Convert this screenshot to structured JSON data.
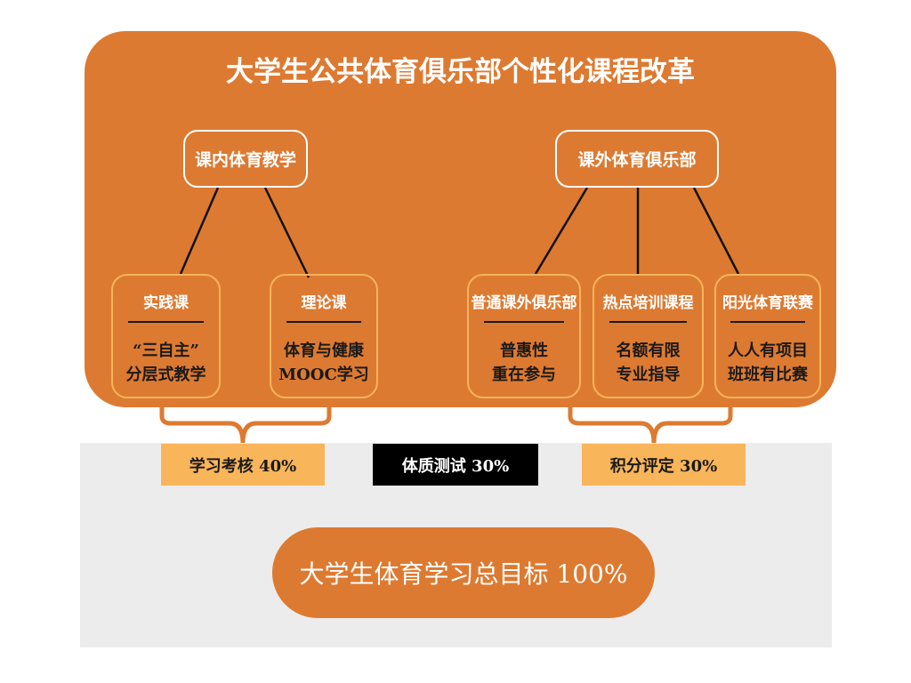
{
  "title": "大学生公共体育俱乐部个性化课程改革",
  "parents": [
    "课内体育教学",
    "课外体育俱乐部"
  ],
  "subs": [
    {
      "head": "实践课",
      "l1": "“三自主”",
      "l2": "分层式教学"
    },
    {
      "head": "理论课",
      "l1": "体育与健康",
      "l2": "MOOC学习"
    },
    {
      "head": "普通课外俱乐部",
      "l1": "普惠性",
      "l2": "重在参与"
    },
    {
      "head": "热点培训课程",
      "l1": "名额有限",
      "l2": "专业指导"
    },
    {
      "head": "阳光体育联赛",
      "l1": "人人有项目",
      "l2": "班班有比赛"
    }
  ],
  "badges": [
    "学习考核 40%",
    "体质测试 30%",
    "积分评定 30%"
  ],
  "goal": "大学生体育学习总目标 100%",
  "colors": {
    "orange": "#dd7a31",
    "light_orange": "#f9b55a",
    "gray": "#ececec",
    "black": "#000000"
  }
}
